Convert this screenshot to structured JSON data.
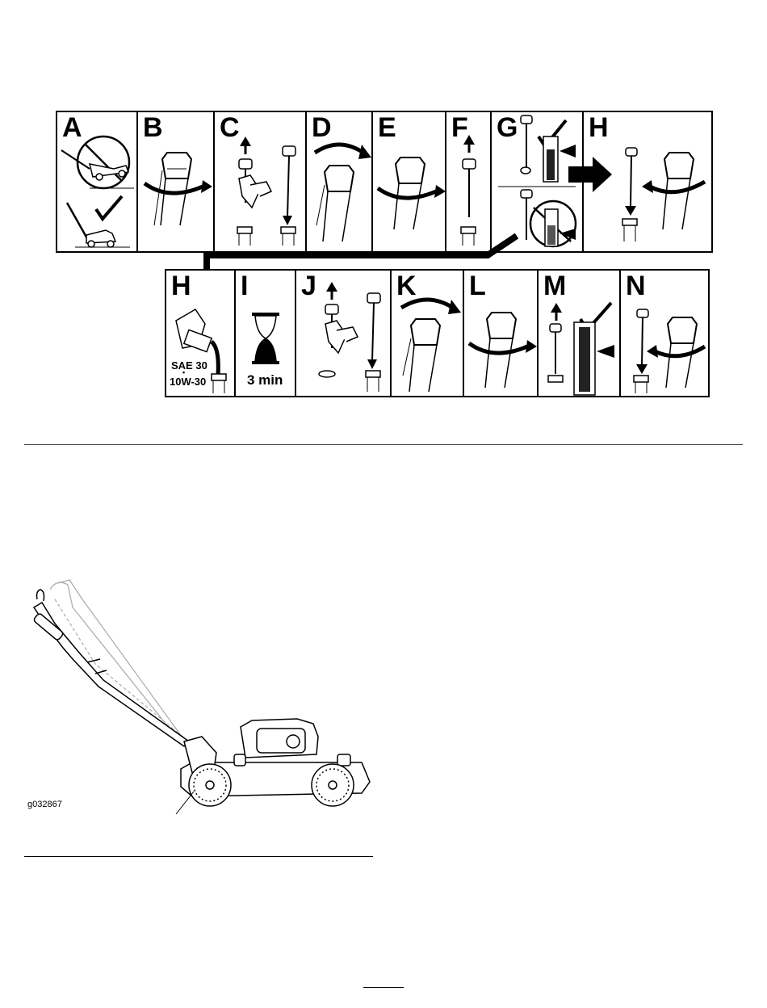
{
  "steps_row1": [
    "A",
    "B",
    "C",
    "D",
    "E",
    "F",
    "G",
    "H"
  ],
  "steps_row2": [
    "H",
    "I",
    "J",
    "K",
    "L",
    "M",
    "N"
  ],
  "oil_label_1": "SAE 30",
  "oil_label_dot": "•",
  "oil_label_2": "10W-30",
  "wait_time": "3 min",
  "mower_figure_id": "g032867"
}
